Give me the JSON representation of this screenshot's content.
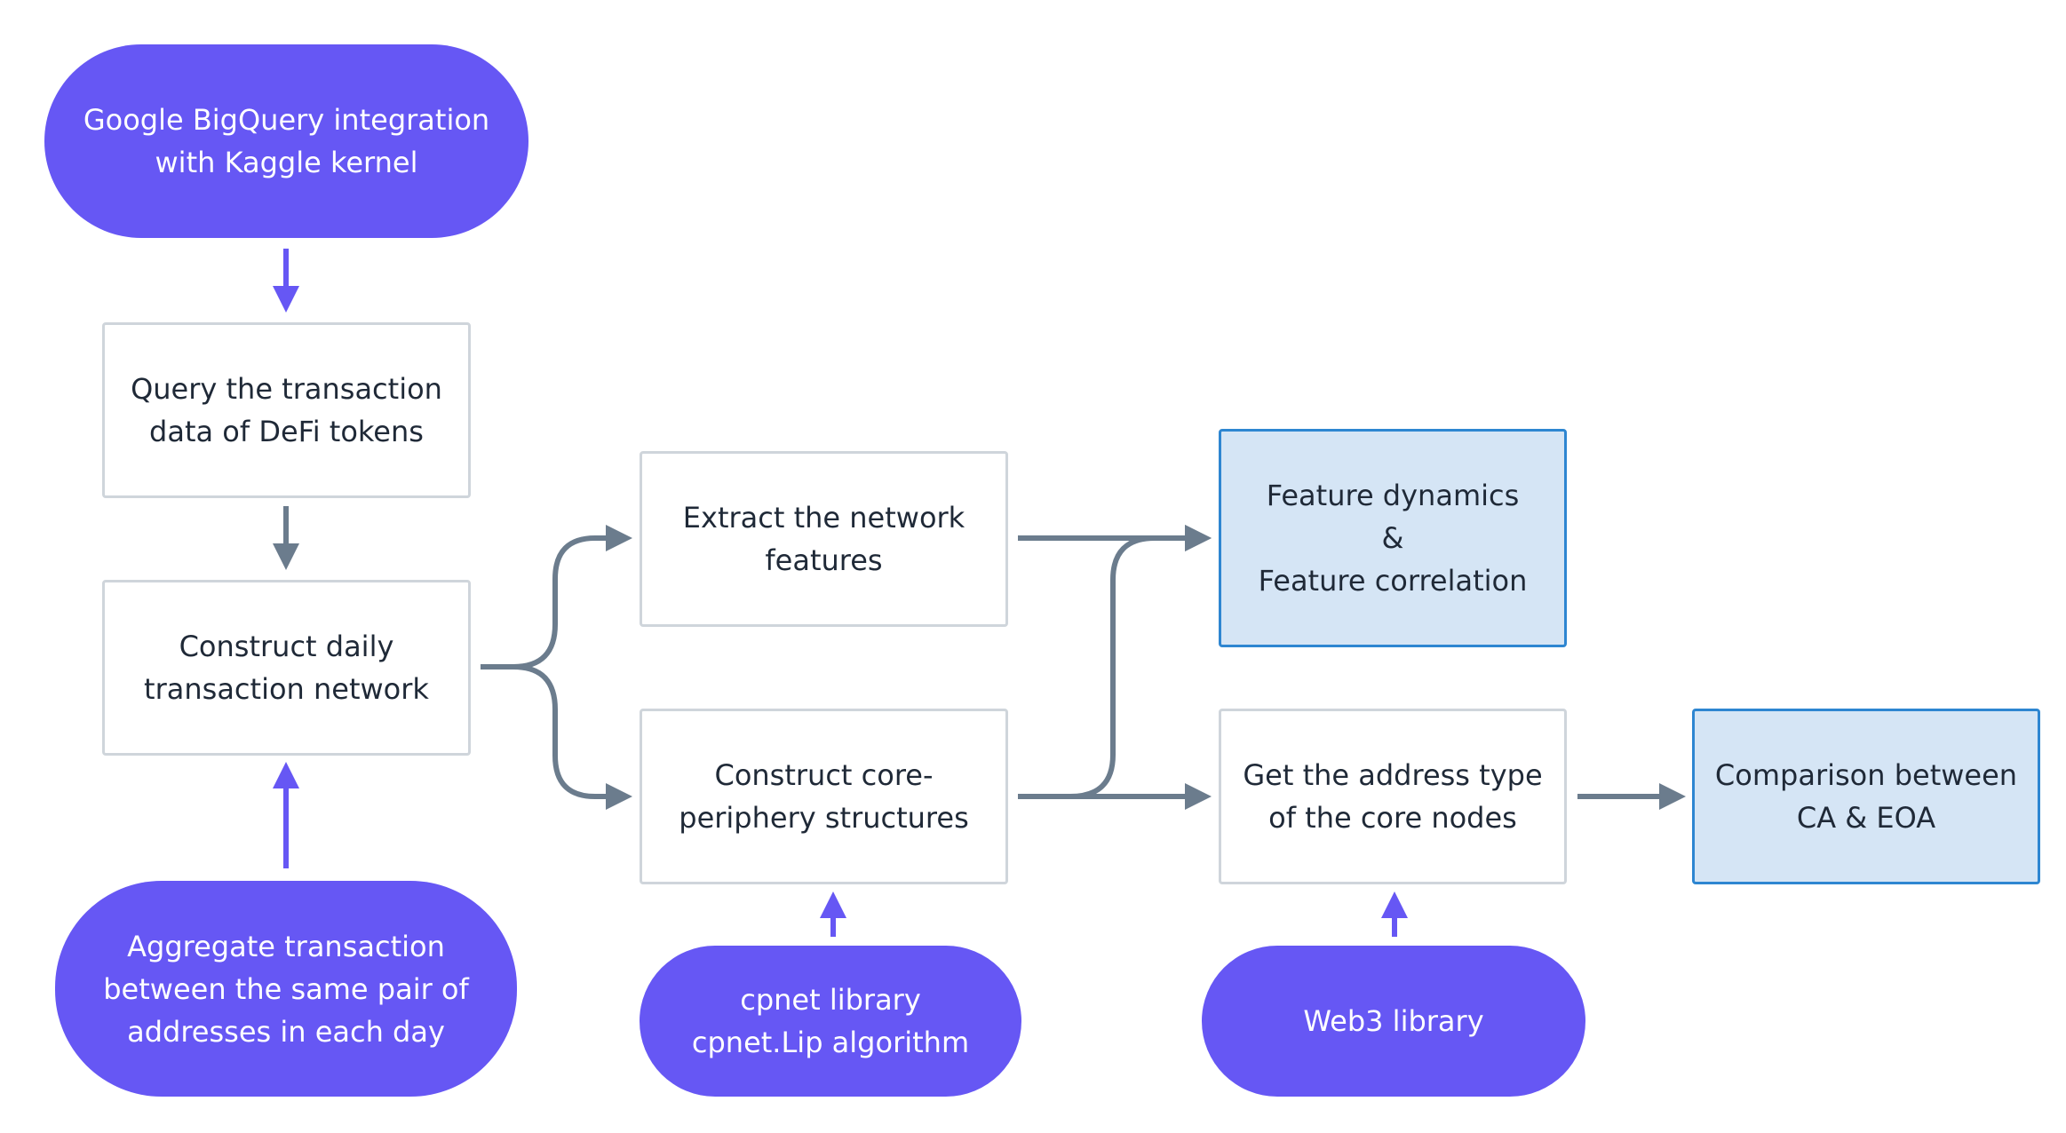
{
  "diagram": {
    "nodes": {
      "bigquery": {
        "text": "Google BigQuery integration\nwith Kaggle kernel",
        "kind": "pill"
      },
      "query": {
        "text": "Query the transaction\ndata of DeFi tokens",
        "kind": "box"
      },
      "construct_network": {
        "text": "Construct daily\ntransaction network",
        "kind": "box"
      },
      "aggregate": {
        "text": "Aggregate transaction\nbetween the same pair of\naddresses in each day",
        "kind": "pill"
      },
      "extract_features": {
        "text": "Extract the network\nfeatures",
        "kind": "box"
      },
      "core_periphery": {
        "text": "Construct core-\nperiphery structures",
        "kind": "box"
      },
      "cpnet": {
        "text": "cpnet library\ncpnet.Lip algorithm",
        "kind": "pill"
      },
      "feature_dynamics": {
        "text": "Feature dynamics\n&\nFeature correlation",
        "kind": "result"
      },
      "address_type": {
        "text": "Get the address type\nof the core nodes",
        "kind": "box"
      },
      "web3": {
        "text": "Web3 library",
        "kind": "pill"
      },
      "comparison": {
        "text": "Comparison between\nCA & EOA",
        "kind": "result"
      }
    },
    "colors": {
      "pill_fill": "#6657f4",
      "pill_text": "#ffffff",
      "box_border": "#cfd5db",
      "result_fill": "#d5e5f5",
      "result_border": "#2e86d1",
      "flow_arrow": "#6b7c8d",
      "input_arrow": "#6657f4"
    }
  }
}
